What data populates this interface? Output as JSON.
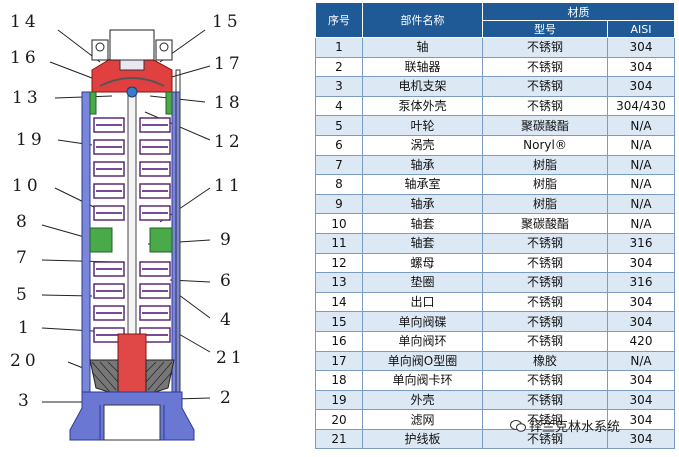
{
  "diagram": {
    "callouts": [
      "14",
      "15",
      "16",
      "17",
      "13",
      "18",
      "19",
      "12",
      "10",
      "11",
      "8",
      "9",
      "7",
      "6",
      "5",
      "4",
      "1",
      "20",
      "21",
      "3",
      "2"
    ]
  },
  "table": {
    "headers": {
      "no": "序号",
      "name": "部件名称",
      "material": "材质",
      "type": "型号",
      "aisi": "AISI"
    },
    "rows": [
      {
        "no": "1",
        "name": "轴",
        "type": "不锈钢",
        "aisi": "304"
      },
      {
        "no": "2",
        "name": "联轴器",
        "type": "不锈钢",
        "aisi": "304"
      },
      {
        "no": "3",
        "name": "电机支架",
        "type": "不锈钢",
        "aisi": "304"
      },
      {
        "no": "4",
        "name": "泵体外壳",
        "type": "不锈钢",
        "aisi": "304/430"
      },
      {
        "no": "5",
        "name": "叶轮",
        "type": "聚碳酸酯",
        "aisi": "N/A"
      },
      {
        "no": "6",
        "name": "涡壳",
        "type": "Noryl®",
        "aisi": "N/A"
      },
      {
        "no": "7",
        "name": "轴承",
        "type": "树脂",
        "aisi": "N/A"
      },
      {
        "no": "8",
        "name": "轴承室",
        "type": "树脂",
        "aisi": "N/A"
      },
      {
        "no": "9",
        "name": "轴承",
        "type": "树脂",
        "aisi": "N/A"
      },
      {
        "no": "10",
        "name": "轴套",
        "type": "聚碳酸酯",
        "aisi": "N/A"
      },
      {
        "no": "11",
        "name": "轴套",
        "type": "不锈钢",
        "aisi": "316"
      },
      {
        "no": "12",
        "name": "螺母",
        "type": "不锈钢",
        "aisi": "304"
      },
      {
        "no": "13",
        "name": "垫圈",
        "type": "不锈钢",
        "aisi": "316"
      },
      {
        "no": "14",
        "name": "出口",
        "type": "不锈钢",
        "aisi": "304"
      },
      {
        "no": "15",
        "name": "单向阀碟",
        "type": "不锈钢",
        "aisi": "304"
      },
      {
        "no": "16",
        "name": "单向阀环",
        "type": "不锈钢",
        "aisi": "420"
      },
      {
        "no": "17",
        "name": "单向阀O型圈",
        "type": "橡胶",
        "aisi": "N/A"
      },
      {
        "no": "18",
        "name": "单向阀卡环",
        "type": "不锈钢",
        "aisi": "304"
      },
      {
        "no": "19",
        "name": "外壳",
        "type": "不锈钢",
        "aisi": "304"
      },
      {
        "no": "20",
        "name": "滤网",
        "type": "不锈钢",
        "aisi": "304"
      },
      {
        "no": "21",
        "name": "护线板",
        "type": "不锈钢",
        "aisi": "304"
      }
    ]
  },
  "watermark": {
    "text": "铎兰克林水系统"
  },
  "colors": {
    "header_bg": "#1f5a96",
    "row_alt_bg": "#dde8f5",
    "pump_shell": "#5a6bd0",
    "pump_red": "#d42a2a",
    "pump_green": "#3a9a3a",
    "pump_stage": "#6a3a8a"
  }
}
